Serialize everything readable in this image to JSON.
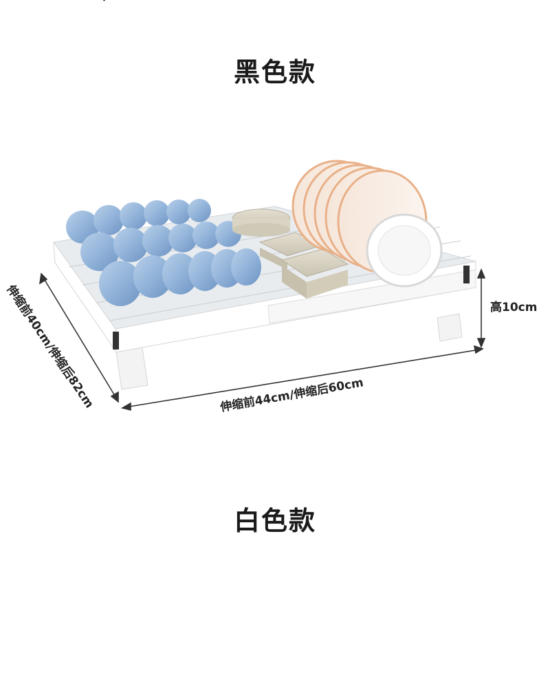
{
  "header": {
    "fragment": "/"
  },
  "sections": {
    "black": {
      "title": "黑色款"
    },
    "white": {
      "title": "白色款"
    }
  },
  "product": {
    "name": "dish-rack",
    "bowl_color": "#8fb1d8",
    "plate_rim_color": "#e8b088",
    "dimensions": {
      "width": "伸缩前44cm/伸缩后60cm",
      "depth": "伸缩前40cm/伸缩后82cm",
      "height": "高10cm"
    }
  }
}
